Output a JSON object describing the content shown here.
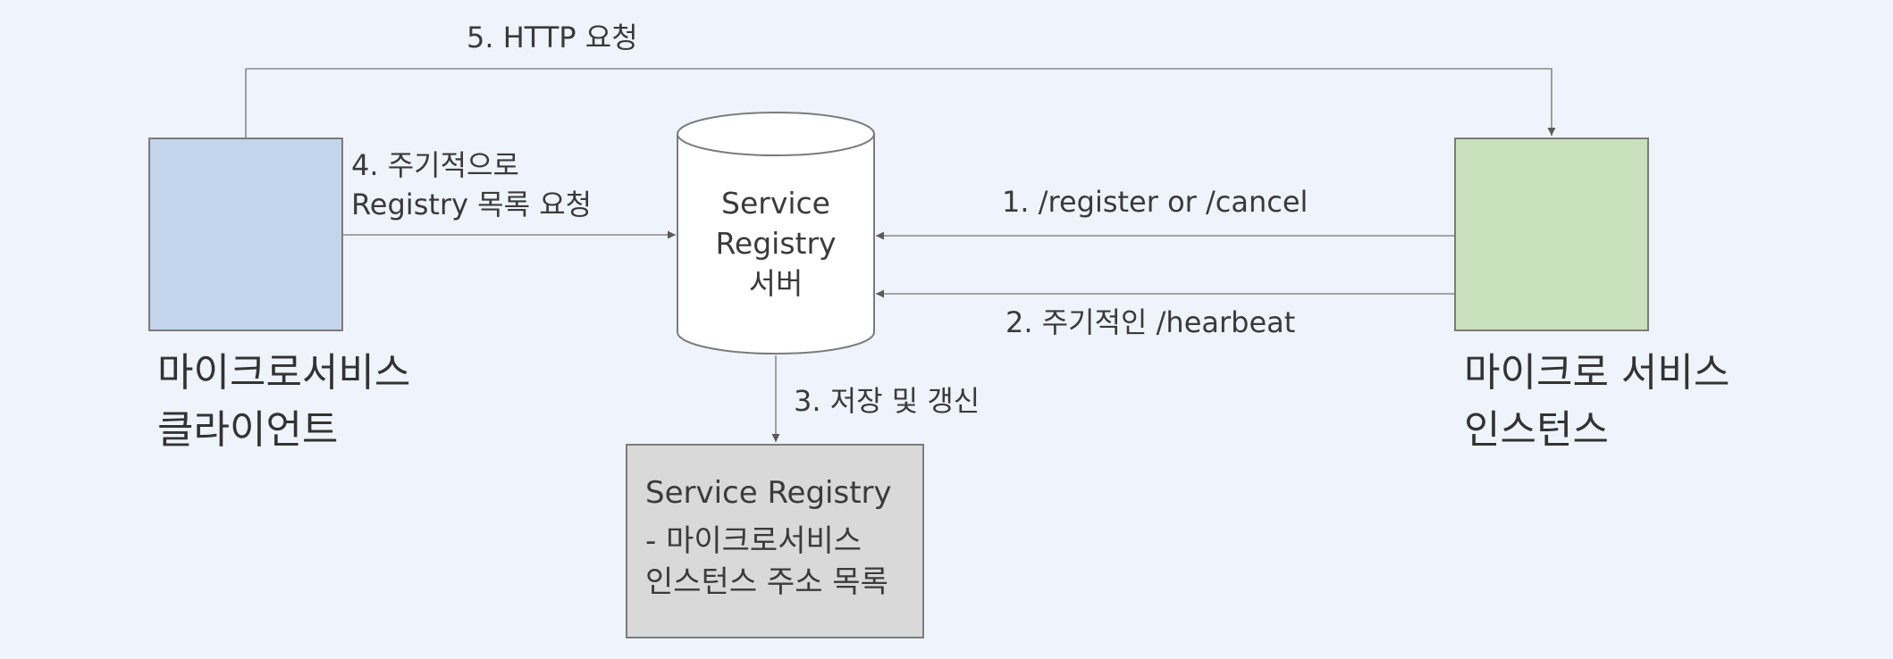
{
  "nodes": {
    "client_box": {
      "fill": "#c2d5ea"
    },
    "instance_box": {
      "fill": "#c8e0bb"
    },
    "registry_server": {
      "lines": [
        "Service",
        "Registry",
        "서버"
      ]
    },
    "registry_store": {
      "title": "Service Registry",
      "lines": [
        "- 마이크로서비스",
        "인스턴스 주소 목록"
      ]
    }
  },
  "labels": {
    "client": [
      "마이크로서비스",
      "클라이언트"
    ],
    "instance": [
      "마이크로 서비스",
      "인스턴스"
    ]
  },
  "edges": {
    "register": "1. /register or /cancel",
    "heartbeat": "2. 주기적인 /hearbeat",
    "store": "3. 저장 및 갱신",
    "fetch": [
      "4. 주기적으로",
      "Registry 목록 요청"
    ],
    "http": "5. HTTP 요청"
  },
  "colors": {
    "background": "#eff4fc",
    "edge": "#7b7b7b"
  }
}
